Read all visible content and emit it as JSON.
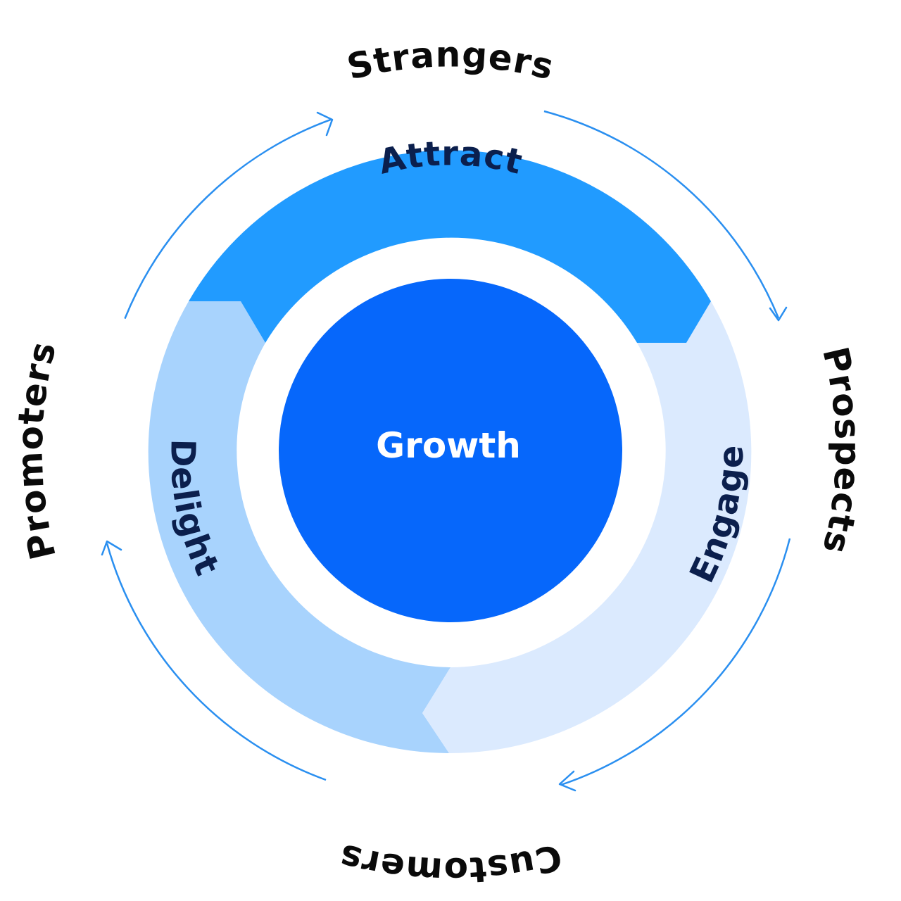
{
  "center": {
    "label": "Growth"
  },
  "stages": {
    "attract": "Attract",
    "engage": "Engage",
    "delight": "Delight"
  },
  "cycle": {
    "strangers": "Strangers",
    "prospects": "Prospects",
    "customers": "Customers",
    "promoters": "Promoters"
  },
  "colors": {
    "center": "#0667fb",
    "attract": "#219bff",
    "engage": "#dbeafe",
    "delight": "#a8d3fd",
    "arrows": "#2a8ff0",
    "outer_text": "#0a0a0a",
    "ring_text": "#0b1f4d"
  }
}
